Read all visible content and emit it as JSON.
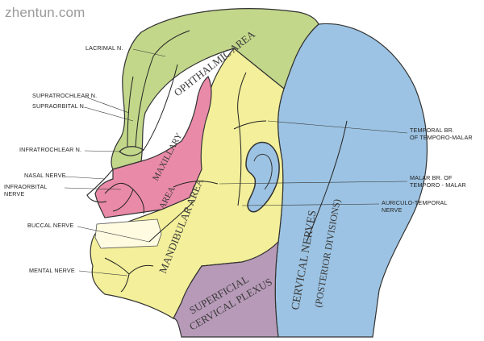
{
  "watermark": "zhentun.com",
  "labels": {
    "lacrimal": "LACRIMAL N.",
    "supratrochlear": "SUPRATROCHLEAR N.",
    "supraorbital": "SUPRAORBITAL N.",
    "infratrochlear": "INFRATROCHLEAR N.",
    "nasal": "NASAL NERVE",
    "infraorbital_1": "INFRAORBITAL",
    "infraorbital_2": "NERVE",
    "buccal": "BUCCAL NERVE",
    "mental": "MENTAL NERVE",
    "temporal_1": "TEMPORAL BR.",
    "temporal_2": "OF TEMPORO-MALAR",
    "malar_1": "MALAR BR. OF",
    "malar_2": "TEMPORO - MALAR",
    "auriculo_1": "AURICULO-TEMPORAL",
    "auriculo_2": "NERVE"
  },
  "areas": {
    "ophthalmic": "OPHTHALMIC AREA",
    "maxillary_1": "MAXILLARY",
    "maxillary_2": "AREA",
    "mandibular": "MANDIBULAR AREA",
    "cervical_1": "CERVICAL NERVES",
    "cervical_2": "(POSTERIOR DIVISIONS)",
    "superficial_1": "SUPERFICIAL",
    "superficial_2": "CERVICAL PLEXUS"
  },
  "colors": {
    "ophthalmic": "#c3d78a",
    "maxillary": "#e98aa8",
    "mandibular": "#f3ef9a",
    "cervical": "#9cc3e3",
    "superficial": "#b79ab8",
    "nerve": "#222222"
  }
}
